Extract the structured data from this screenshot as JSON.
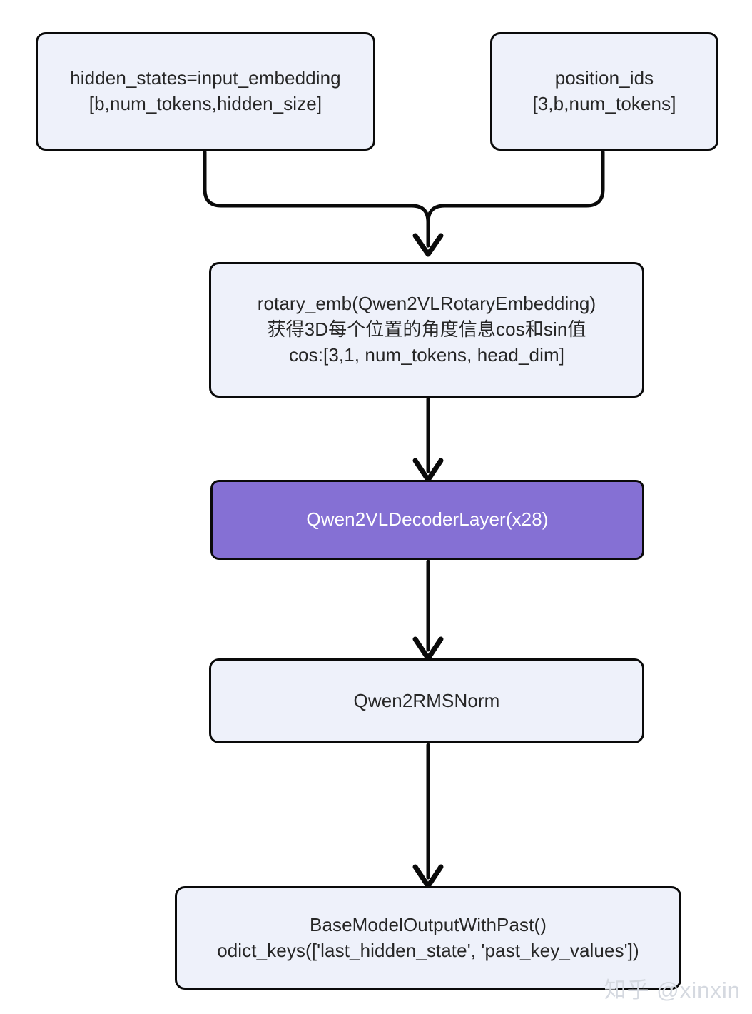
{
  "diagram": {
    "title": "Qwen2-VL language model forward pass flow",
    "background_color": "#ffffff",
    "node_fill": "#eef1fa",
    "node_border": "#0a0a0a",
    "node_text_color": "#262626",
    "accent_fill": "#8570d4",
    "accent_text_color": "#ffffff",
    "edge_color": "#0a0a0a"
  },
  "nodes": {
    "hidden_states": {
      "id": "hidden_states",
      "text": "hidden_states=input_embedding\n[b,num_tokens,hidden_size]",
      "style": "default"
    },
    "position_ids": {
      "id": "position_ids",
      "text": "position_ids\n[3,b,num_tokens]",
      "style": "default"
    },
    "rotary_emb": {
      "id": "rotary_emb",
      "text": "rotary_emb(Qwen2VLRotaryEmbedding)\n获得3D每个位置的角度信息cos和sin值\ncos:[3,1, num_tokens, head_dim]",
      "style": "default"
    },
    "decoder_layer": {
      "id": "decoder_layer",
      "text": "Qwen2VLDecoderLayer(x28)",
      "style": "accent"
    },
    "rmsnorm": {
      "id": "rmsnorm",
      "text": "Qwen2RMSNorm",
      "style": "default"
    },
    "output": {
      "id": "output",
      "text": "BaseModelOutputWithPast()\nodict_keys(['last_hidden_state', 'past_key_values'])",
      "style": "default"
    }
  },
  "edges": [
    {
      "from": "hidden_states",
      "to": "rotary_emb",
      "type": "elbow-merge"
    },
    {
      "from": "position_ids",
      "to": "rotary_emb",
      "type": "elbow-merge"
    },
    {
      "from": "rotary_emb",
      "to": "decoder_layer",
      "type": "straight-arrow"
    },
    {
      "from": "decoder_layer",
      "to": "rmsnorm",
      "type": "straight-arrow"
    },
    {
      "from": "rmsnorm",
      "to": "output",
      "type": "straight-arrow"
    }
  ],
  "watermark": {
    "text": "知乎 @xinxin",
    "color": "#d5d9e0"
  }
}
